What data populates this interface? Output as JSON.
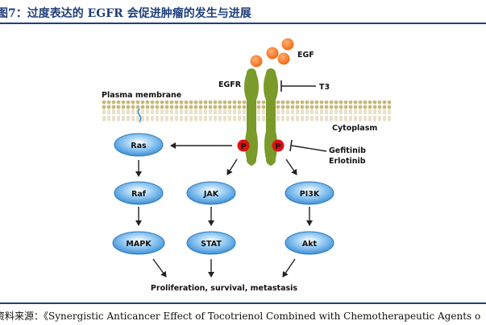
{
  "header": {
    "title": "图7：过度表达的 EGFR 会促进肿瘤的发生与进展"
  },
  "diagram": {
    "egf_label": "EGF",
    "egfr_label": "EGFR",
    "t3_label": "T3",
    "plasma_membrane_label": "Plasma membrane",
    "cytoplasm_label": "Cytoplasm",
    "phospho_label": "P",
    "inhibitor_1": "Gefitinib",
    "inhibitor_2": "Erlotinib",
    "nodes": {
      "ras": "Ras",
      "raf": "Raf",
      "mapk": "MAPK",
      "jak": "JAK",
      "stat": "STAT",
      "pi3k": "PI3K",
      "akt": "Akt"
    },
    "outcome": "Proliferation, survival, metastasis",
    "colors": {
      "receptor": "#7a9a2a",
      "egf": "#f06a1a",
      "node": "#3b8fd6",
      "phospho": "#e01010",
      "membrane": "#c8b878"
    }
  },
  "footer": {
    "source": "资料来源：《Synergistic Anticancer Effect of Tocotrienol Combined with Chemotherapeutic Agents o"
  }
}
